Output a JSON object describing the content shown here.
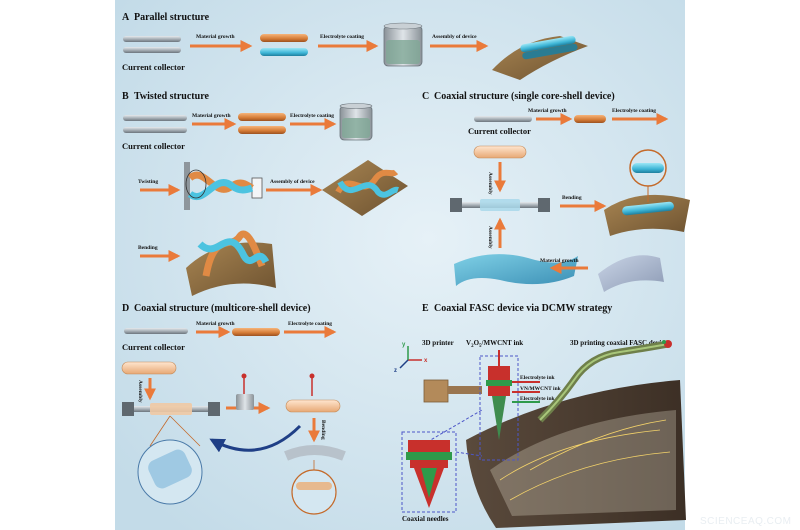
{
  "panels": {
    "A": {
      "letter": "A",
      "title": "Parallel structure"
    },
    "B": {
      "letter": "B",
      "title": "Twisted structure"
    },
    "C": {
      "letter": "C",
      "title": "Coaxial  structure (single core-shell device)"
    },
    "D": {
      "letter": "D",
      "title": "Coaxial  structure (multicore-shell device)"
    },
    "E": {
      "letter": "E",
      "title": "Coaxial FASC device via DCMW strategy"
    }
  },
  "labels": {
    "current_collector": "Current collector",
    "material_growth": "Material growth",
    "electrolyte_coating": "Electrolyte coating",
    "assembly_of_device": "Assembly of device",
    "twisting": "Twisting",
    "bending": "Bending",
    "assembly": "Assembly",
    "printer_3d": "3D printer",
    "v2o5_ink_prefix": "V",
    "v2o5_ink_sub1": "2",
    "v2o5_ink_mid": "O",
    "v2o5_ink_sub2": "5",
    "v2o5_ink_suffix": "/MWCNT ink",
    "printing_device": "3D printing coaxial FASC device",
    "electrolyte_ink": "Electrolyte ink",
    "vn_ink": "VN/MWCNT ink",
    "coaxial_needles": "Coaxial needles",
    "axis_x": "x",
    "axis_y": "y",
    "axis_z": "z"
  },
  "watermark": "SCIENCEAQ.COM",
  "colors": {
    "background": "#d4e7f1",
    "arrow": "#ea7a3a",
    "collector": "#9aa3ab",
    "orange_fiber": "#e08a44",
    "cyan_fiber": "#4cc3e0",
    "fabric": "#8a6a3c",
    "dashed_box": "#4c56c8",
    "red_ink": "#c8302c",
    "green_ink": "#2e9a4a"
  },
  "icons": [
    "fiber-icon",
    "beaker-icon",
    "fabric-icon",
    "rig-icon",
    "needle-icon",
    "printer-icon"
  ]
}
